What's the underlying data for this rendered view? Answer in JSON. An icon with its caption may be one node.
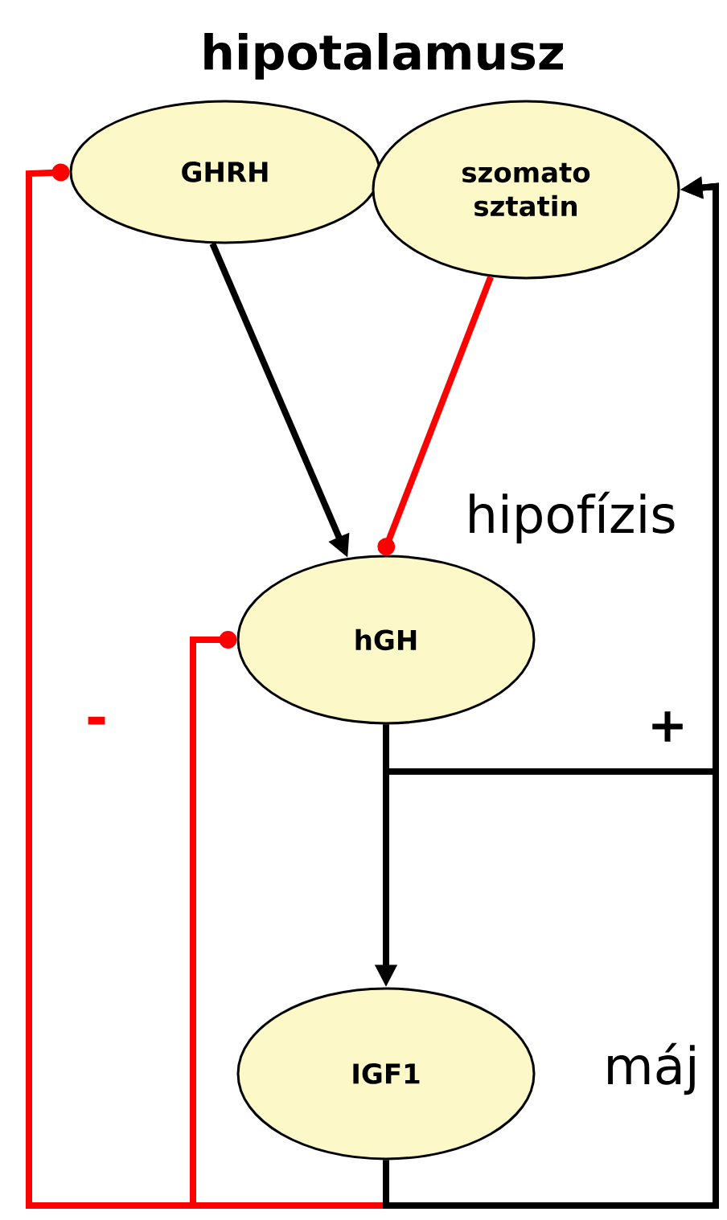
{
  "diagram": {
    "nodes": [
      {
        "text": [
          "GHRH"
        ]
      },
      {
        "text": [
          "szomato sztatin"
        ]
      },
      {
        "text": [
          "hGH"
        ],
        "beside": [
          "hipofízis"
        ]
      },
      {
        "text": [
          "IGF1"
        ],
        "beside": [
          "máj"
        ]
      }
    ],
    "edges": [
      {
        "from": 0,
        "to": 2,
        "arrow": "to"
      },
      {
        "from": 1,
        "to": 2,
        "arrow": "other",
        "color": "#ff0000"
      },
      {
        "from": 3,
        "to": 0,
        "arrow": "other",
        "color": "#ff0000"
      },
      {
        "from": 3,
        "to": 2,
        "arrow": "other",
        "color": "#ff0000"
      },
      {
        "from": 2,
        "to": 3,
        "arrow": "to"
      },
      {
        "from": 2,
        "to": 1,
        "arrow": "to"
      },
      {
        "from": 3,
        "to": 1,
        "arrow": "to"
      }
    ],
    "labels": [
      "hipotalamusz",
      "+",
      "-"
    ]
  }
}
